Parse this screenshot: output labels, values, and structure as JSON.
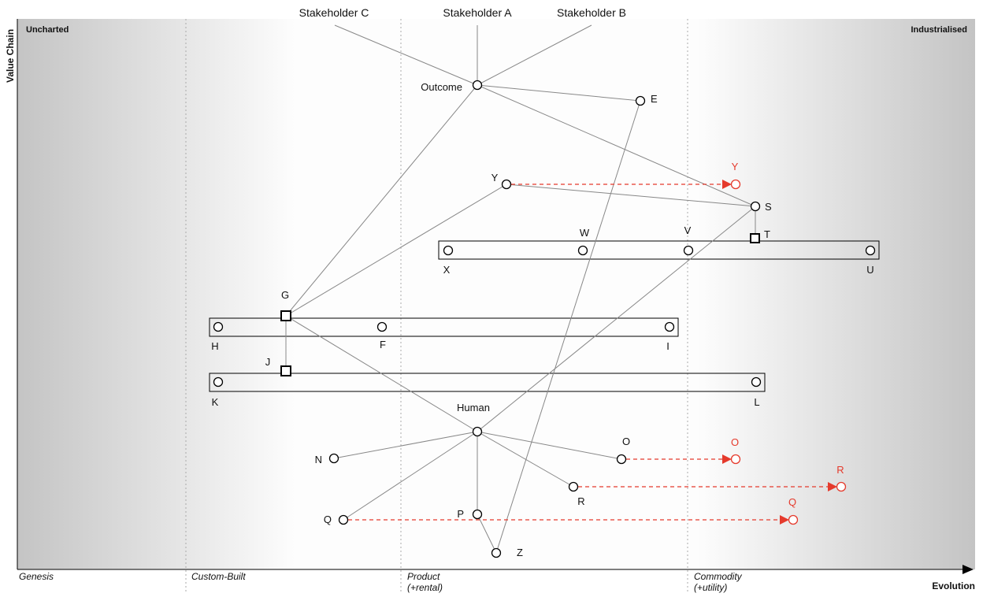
{
  "axes": {
    "y_title": "Value Chain",
    "x_title": "Evolution",
    "top_left": "Uncharted",
    "top_right": "Industrialised",
    "stages": [
      {
        "line1": "Genesis",
        "line2": ""
      },
      {
        "line1": "Custom-Built",
        "line2": ""
      },
      {
        "line1": "Product",
        "line2": "(+rental)"
      },
      {
        "line1": "Commodity",
        "line2": "(+utility)"
      }
    ]
  },
  "stakeholders": [
    "Stakeholder C",
    "Stakeholder A",
    "Stakeholder B"
  ],
  "nodes": {
    "outcome": "Outcome",
    "e": "E",
    "y": "Y",
    "s": "S",
    "t": "T",
    "w": "W",
    "v": "V",
    "x": "X",
    "u": "U",
    "g": "G",
    "h": "H",
    "f": "F",
    "i": "I",
    "j": "J",
    "k": "K",
    "l": "L",
    "human": "Human",
    "n": "N",
    "o": "O",
    "r": "R",
    "q": "Q",
    "p": "P",
    "z": "Z"
  },
  "evolution_targets": {
    "y": "Y",
    "o": "O",
    "r": "R",
    "q": "Q"
  },
  "colors": {
    "evolution": "#e53a2c",
    "line": "#888888",
    "gradient_dark": "#c4c4c4"
  }
}
